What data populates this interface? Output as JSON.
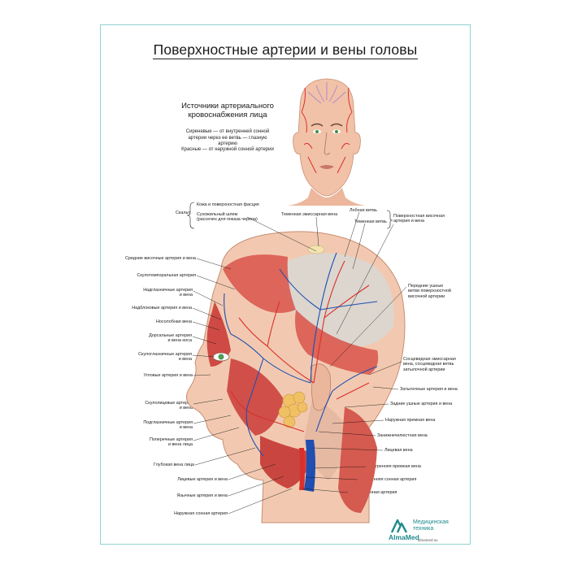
{
  "title": "Поверхностные артерии и вены головы",
  "sources": {
    "heading": "Источники артериального кровоснабжения лица",
    "lilac": "Сиреневые — от внутренней сонной артерии через ее ветвь — глазную артерию",
    "red": "Красные — от наружной сонной артерии"
  },
  "labels": {
    "skalp": "Скальп",
    "skin": "Кожа и поверхностная фасция",
    "aponeurosis": "Сухожильный шлем\n(рассечен для показа черепа)",
    "parietal_emissary": "Теменная эмиссарная вена",
    "frontal_branch": "Лобная ветвь",
    "parietal_branch": "Теменная ветвь",
    "superficial_temporal": "Поверхностная височная\nартерия и вена",
    "middle_temporal": "Средние височные артерия и вена",
    "zygomaticotemporal": "Скулотемпоральная артерия",
    "supraorbital": "Надглазничные артерия\nи вена",
    "supratrochlear": "Надблоковые артерия и вена",
    "nasofrontal": "Носолобная вена",
    "dorsal_nasal": "Дорсальные артерия\nи вена носа",
    "zygomaticoorbital": "Скулоглазничные артерия\nи вена",
    "angular": "Угловые артерия и вена",
    "zygomaticofacial": "Скулолицевые артерия\nи вена",
    "infraorbital": "Подглазничные артерия\nи вена",
    "transverse_facial": "Поперечные артерия\nи вена лица",
    "deep_facial": "Глубокая вена лица",
    "anterior_auricular": "Передние ушные\nветви поверхностной\nвисочной артерии",
    "mastoid_emissary": "Сосцевидная эмиссарная\nвена, сосцевидная ветвь\nзатылочной артерии",
    "occipital": "Затылочные артерия и вена",
    "posterior_auricular": "Задние ушные артерия и вена",
    "external_jugular": "Наружная яремная вена",
    "retromandibular": "Занижнечелюстная вена",
    "facial_vein": "Лицевая вена",
    "internal_jugular": "Внутренняя яремная вена",
    "internal_carotid": "Внутренняя сонная артерия",
    "common_carotid": "Общая сонная артерия",
    "facial_art_vein": "Лицевые артерия и вена",
    "lingual": "Язычные артерия и вена",
    "external_carotid": "Наружная сонная артерия"
  },
  "brand": {
    "name": "AlmaMed",
    "tagline": "Медицинская\nтехника",
    "url": "almamed.su"
  },
  "colors": {
    "frame": "#8fd3d1",
    "artery": "#d9302b",
    "vein": "#1f4fb0",
    "brand": "#1f8a8c"
  }
}
